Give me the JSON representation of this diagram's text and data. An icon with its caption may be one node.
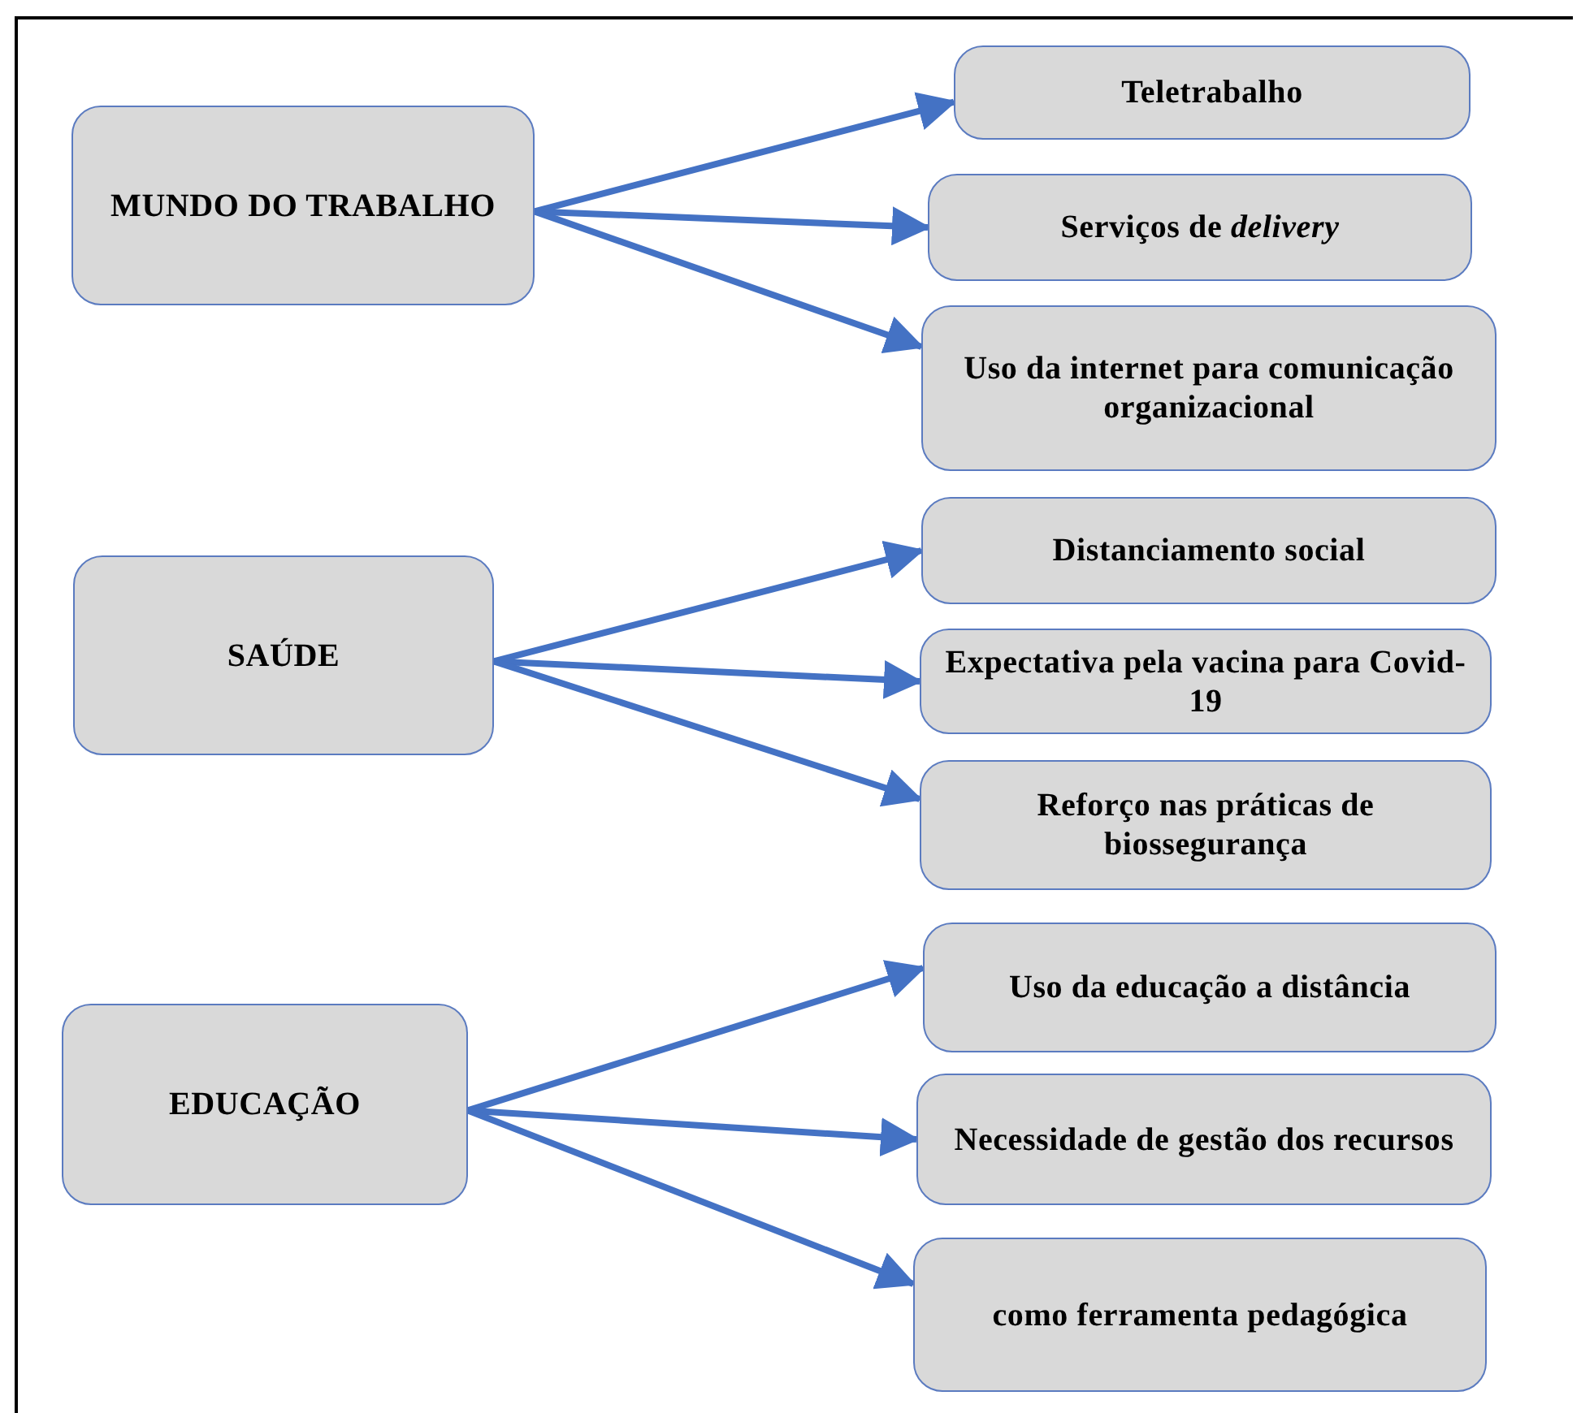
{
  "diagram": {
    "nodes": [
      {
        "text": [
          "MUNDO DO TRABALHO"
        ]
      },
      {
        "text": [
          "Teletrabalho"
        ]
      },
      {
        "text": [
          "Serviços de *delivery*"
        ]
      },
      {
        "text": [
          "Uso da internet para comunicação organizacional"
        ]
      },
      {
        "text": [
          "SAÚDE"
        ]
      },
      {
        "text": [
          "Distanciamento social"
        ]
      },
      {
        "text": [
          "Expectativa pela vacina para Covid-19"
        ]
      },
      {
        "text": [
          "Reforço nas práticas de biossegurança"
        ]
      },
      {
        "text": [
          "EDUCAÇÃO"
        ]
      },
      {
        "text": [
          "Uso da educação a distância"
        ]
      },
      {
        "text": [
          "Necessidade de gestão dos recursos"
        ]
      },
      {
        "text": [
          "como ferramenta pedagógica"
        ]
      }
    ],
    "edges": [
      {
        "from": 0,
        "to": 1,
        "arrow": "to"
      },
      {
        "from": 0,
        "to": 2,
        "arrow": "to"
      },
      {
        "from": 0,
        "to": 3,
        "arrow": "to"
      },
      {
        "from": 4,
        "to": 5,
        "arrow": "to"
      },
      {
        "from": 4,
        "to": 6,
        "arrow": "to"
      },
      {
        "from": 4,
        "to": 7,
        "arrow": "to"
      },
      {
        "from": 8,
        "to": 9,
        "arrow": "to"
      },
      {
        "from": 8,
        "to": 10,
        "arrow": "to"
      },
      {
        "from": 8,
        "to": 11,
        "arrow": "to"
      }
    ]
  }
}
